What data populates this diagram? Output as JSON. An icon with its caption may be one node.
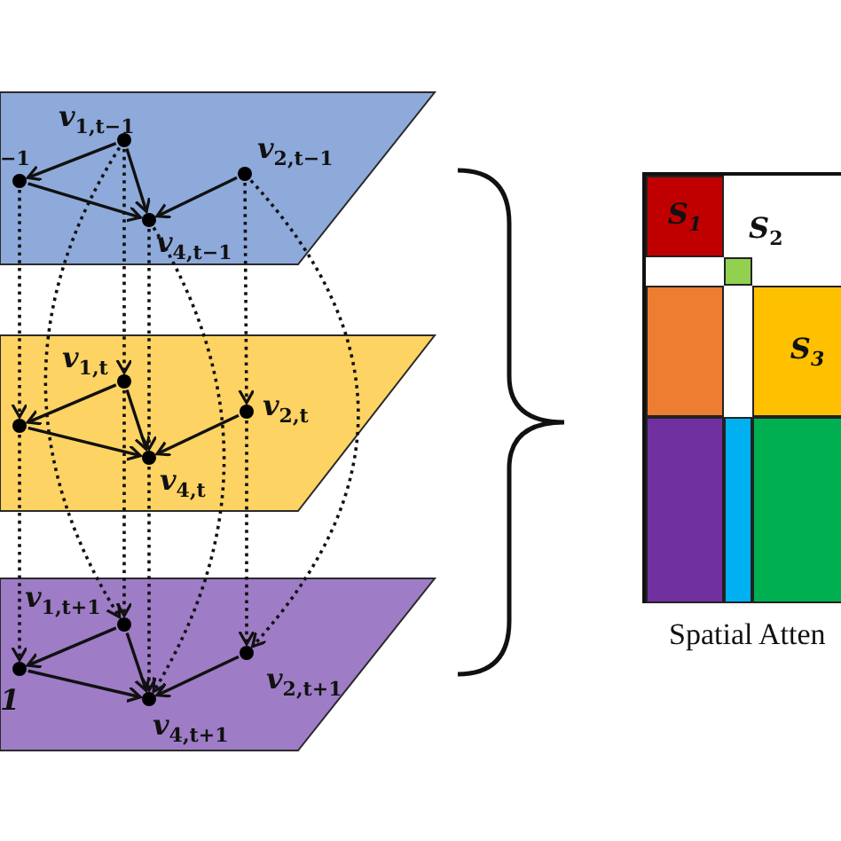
{
  "diagram": {
    "nodes": [
      {
        "text": [],
        "shape": "band"
      },
      {
        "text": [],
        "shape": "circle",
        "in": 0,
        "beside": [
          "v$_{1,t−1}$"
        ]
      },
      {
        "text": [],
        "shape": "circle",
        "in": 0,
        "beside": [
          "$_{−1}$"
        ]
      },
      {
        "text": [],
        "shape": "circle",
        "in": 0,
        "beside": [
          "v$_{4,t−1}$"
        ]
      },
      {
        "text": [],
        "shape": "circle",
        "in": 0,
        "beside": [
          "v$_{2,t−1}$"
        ]
      },
      {
        "text": [],
        "shape": "band"
      },
      {
        "text": [],
        "shape": "circle",
        "in": 5,
        "beside": [
          "v$_{1,t}$"
        ]
      },
      {
        "text": [],
        "shape": "circle",
        "in": 5
      },
      {
        "text": [],
        "shape": "circle",
        "in": 5,
        "beside": [
          "v$_{4,t}$"
        ]
      },
      {
        "text": [],
        "shape": "circle",
        "in": 5,
        "beside": [
          "v$_{2,t}$"
        ]
      },
      {
        "text": [],
        "shape": "band"
      },
      {
        "text": [],
        "shape": "circle",
        "in": 10,
        "beside": [
          "v$_{1,t+1}$"
        ]
      },
      {
        "text": [],
        "shape": "circle",
        "in": 10,
        "beside": [
          "1"
        ]
      },
      {
        "text": [],
        "shape": "circle",
        "in": 10,
        "beside": [
          "v$_{4,t+1}$"
        ]
      },
      {
        "text": [],
        "shape": "circle",
        "in": 10,
        "beside": [
          "v$_{2,t+1}$"
        ]
      },
      {
        "text": [],
        "shape": "box"
      },
      {
        "text": [
          "S$_{1}$"
        ],
        "in": 15
      },
      {
        "text": [],
        "shape": "box",
        "in": 15,
        "beside": [
          "S$_{2}$"
        ]
      },
      {
        "text": [],
        "shape": "box",
        "in": 15
      },
      {
        "text": [
          "S$_{3}$"
        ],
        "in": 15
      },
      {
        "text": [],
        "shape": "box",
        "in": 15
      },
      {
        "text": [],
        "shape": "box",
        "in": 15
      },
      {
        "text": [],
        "shape": "box",
        "in": 15
      }
    ],
    "edges": [
      {
        "from": 1,
        "to": 2,
        "arrow": "to"
      },
      {
        "from": 1,
        "to": 3,
        "arrow": "to"
      },
      {
        "from": 2,
        "to": 3,
        "arrow": "to"
      },
      {
        "from": 4,
        "to": 3,
        "arrow": "to"
      },
      {
        "from": 6,
        "to": 7,
        "arrow": "to"
      },
      {
        "from": 6,
        "to": 8,
        "arrow": "to"
      },
      {
        "from": 7,
        "to": 8,
        "arrow": "to"
      },
      {
        "from": 9,
        "to": 8,
        "arrow": "to"
      },
      {
        "from": 11,
        "to": 12,
        "arrow": "to"
      },
      {
        "from": 11,
        "to": 13,
        "arrow": "to"
      },
      {
        "from": 12,
        "to": 13,
        "arrow": "to"
      },
      {
        "from": 14,
        "to": 13,
        "arrow": "to"
      },
      {
        "from": 1,
        "to": 6,
        "arrow": "to",
        "style": "dashed"
      },
      {
        "from": 2,
        "to": 7,
        "arrow": "to",
        "style": "dashed"
      },
      {
        "from": 3,
        "to": 8,
        "arrow": "to",
        "style": "dashed"
      },
      {
        "from": 4,
        "to": 9,
        "arrow": "to",
        "style": "dashed"
      },
      {
        "from": 6,
        "to": 11,
        "arrow": "to",
        "style": "dashed"
      },
      {
        "from": 7,
        "to": 12,
        "arrow": "to",
        "style": "dashed"
      },
      {
        "from": 8,
        "to": 13,
        "arrow": "to",
        "style": "dashed"
      },
      {
        "from": 9,
        "to": 14,
        "arrow": "to",
        "style": "dashed"
      },
      {
        "from": 1,
        "to": 11,
        "arrow": "to",
        "style": "dashed"
      },
      {
        "from": 3,
        "to": 13,
        "arrow": "to",
        "style": "dashed"
      },
      {
        "from": 4,
        "to": 14,
        "arrow": "to",
        "style": "dashed"
      }
    ],
    "labels": [
      "Spatial Atten"
    ]
  }
}
